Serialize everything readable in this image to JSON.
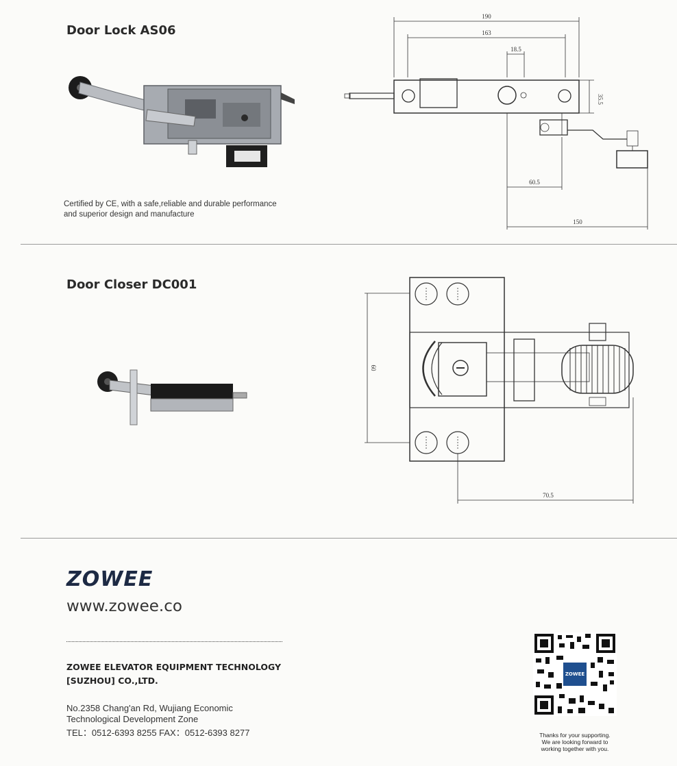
{
  "door_lock": {
    "title": "Door Lock  AS06",
    "description_line1": "Certified by CE, with a safe,reliable and durable performance",
    "description_line2": "and superior design and manufacture",
    "dimensions": {
      "overall_length": "190",
      "hole_spacing": "163",
      "hole_offset": "18.5",
      "height": "35.5",
      "roller_offset": "60.5",
      "arm_length": "150"
    }
  },
  "door_closer": {
    "title": "Door Closer  DC001",
    "dimensions": {
      "height": "60",
      "length": "70.5"
    }
  },
  "footer": {
    "logo": "ZOWEE",
    "website": "www.zowee.co",
    "company_line1": "ZOWEE ELEVATOR EQUIPMENT TECHNOLOGY",
    "company_line2": "[SUZHOU] CO.,LTD.",
    "address_line1": "No.2358 Chang'an Rd, Wujiang Economic",
    "address_line2": "Technological Development Zone",
    "contact": "TEL：0512-6393 8255   FAX：0512-6393 8277",
    "qr_center_text": "ZOWEE",
    "thanks_line1": "Thanks for your supporting.",
    "thanks_line2": "We are looking forward to",
    "thanks_line3": "working together with you."
  }
}
